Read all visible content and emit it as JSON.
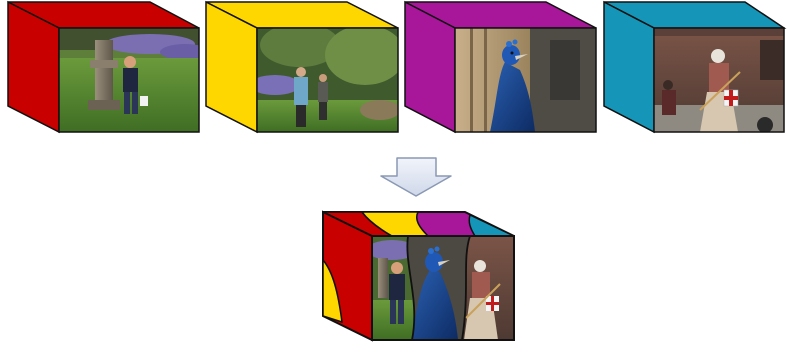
{
  "diagram": {
    "description_free": true,
    "cubes": [
      {
        "id": "red-cube",
        "color": "#c80000",
        "scene": "boy-in-garden"
      },
      {
        "id": "yellow-cube",
        "color": "#ffd700",
        "scene": "people-in-garden"
      },
      {
        "id": "purple-cube",
        "color": "#a8169a",
        "scene": "peacock"
      },
      {
        "id": "blue-cube",
        "color": "#1596b8",
        "scene": "knight-performer"
      }
    ],
    "arrow": {
      "direction": "down",
      "fill": "#dfe6f3",
      "stroke": "#8a98b4"
    },
    "result": {
      "id": "composite-cube",
      "regions": [
        "red",
        "yellow",
        "purple",
        "blue"
      ]
    }
  }
}
